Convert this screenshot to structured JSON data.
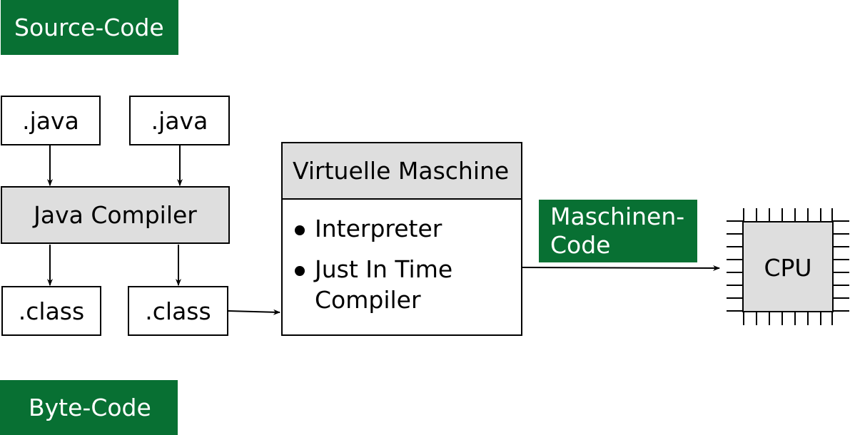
{
  "labels": {
    "source_code": "Source-Code",
    "byte_code": "Byte-Code",
    "machine_code": "Maschinen-\nCode"
  },
  "nodes": {
    "java_1": ".java",
    "java_2": ".java",
    "compiler": "Java Compiler",
    "class_1": ".class",
    "class_2": ".class",
    "cpu": "CPU"
  },
  "vm": {
    "title": "Virtuelle Maschine",
    "items": [
      "Interpreter",
      "Just In Time Compiler"
    ]
  },
  "colors": {
    "tag_green": "#087033",
    "box_gray": "#dedede",
    "line": "#000000"
  }
}
